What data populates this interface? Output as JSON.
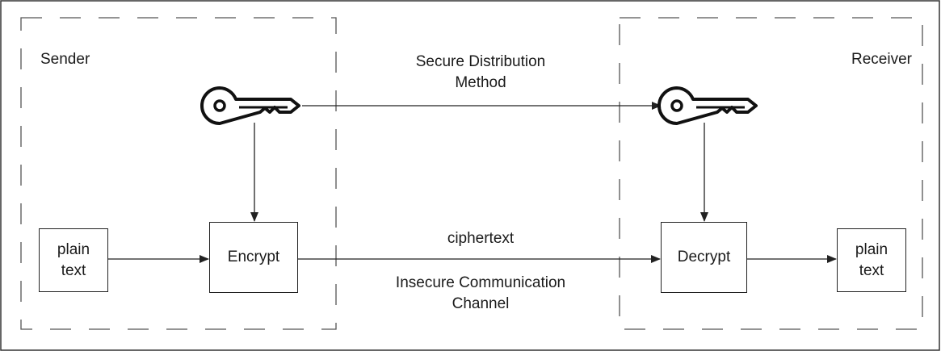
{
  "diagram": {
    "sender_label": "Sender",
    "receiver_label": "Receiver",
    "secure_channel": {
      "line1": "Secure Distribution",
      "line2": "Method"
    },
    "insecure_channel": {
      "line1": "Insecure Communication",
      "line2": "Channel"
    },
    "ciphertext_label": "ciphertext",
    "left_plain": {
      "line1": "plain",
      "line2": "text"
    },
    "right_plain": {
      "line1": "plain",
      "line2": "text"
    },
    "encrypt_label": "Encrypt",
    "decrypt_label": "Decrypt",
    "icons": [
      "key-icon",
      "key-icon"
    ],
    "colors": {
      "stroke": "#222222",
      "text": "#1a1a1a",
      "background": "#ffffff"
    }
  }
}
